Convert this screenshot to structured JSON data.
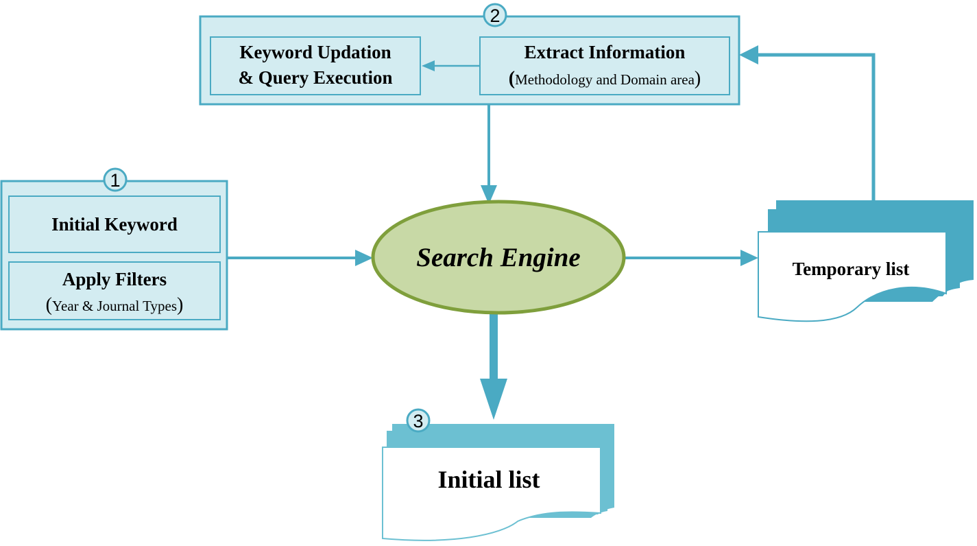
{
  "colors": {
    "box_fill": "#d3ecf1",
    "box_stroke": "#4aaac3",
    "arrow": "#4aaac3",
    "doc_dark": "#4aaac3",
    "doc_light": "#6cc0d2",
    "ellipse_fill": "#c8d9a6",
    "ellipse_stroke": "#7f9f3c"
  },
  "step1": {
    "number": "1",
    "keyword_label": "Initial Keyword",
    "filters_label": "Apply Filters",
    "filters_open": "(",
    "filters_note": "Year & Journal Types",
    "filters_close": ")"
  },
  "step2": {
    "number": "2",
    "update_line1": "Keyword Updation",
    "update_line2": "& Query Execution",
    "extract_line1": "Extract Information",
    "extract_open": "(",
    "extract_note": "Methodology and Domain area",
    "extract_close": ")"
  },
  "search_engine": {
    "label": "Search Engine"
  },
  "temporary_list": {
    "label": "Temporary list"
  },
  "initial_list": {
    "number": "3",
    "label": "Initial list"
  }
}
